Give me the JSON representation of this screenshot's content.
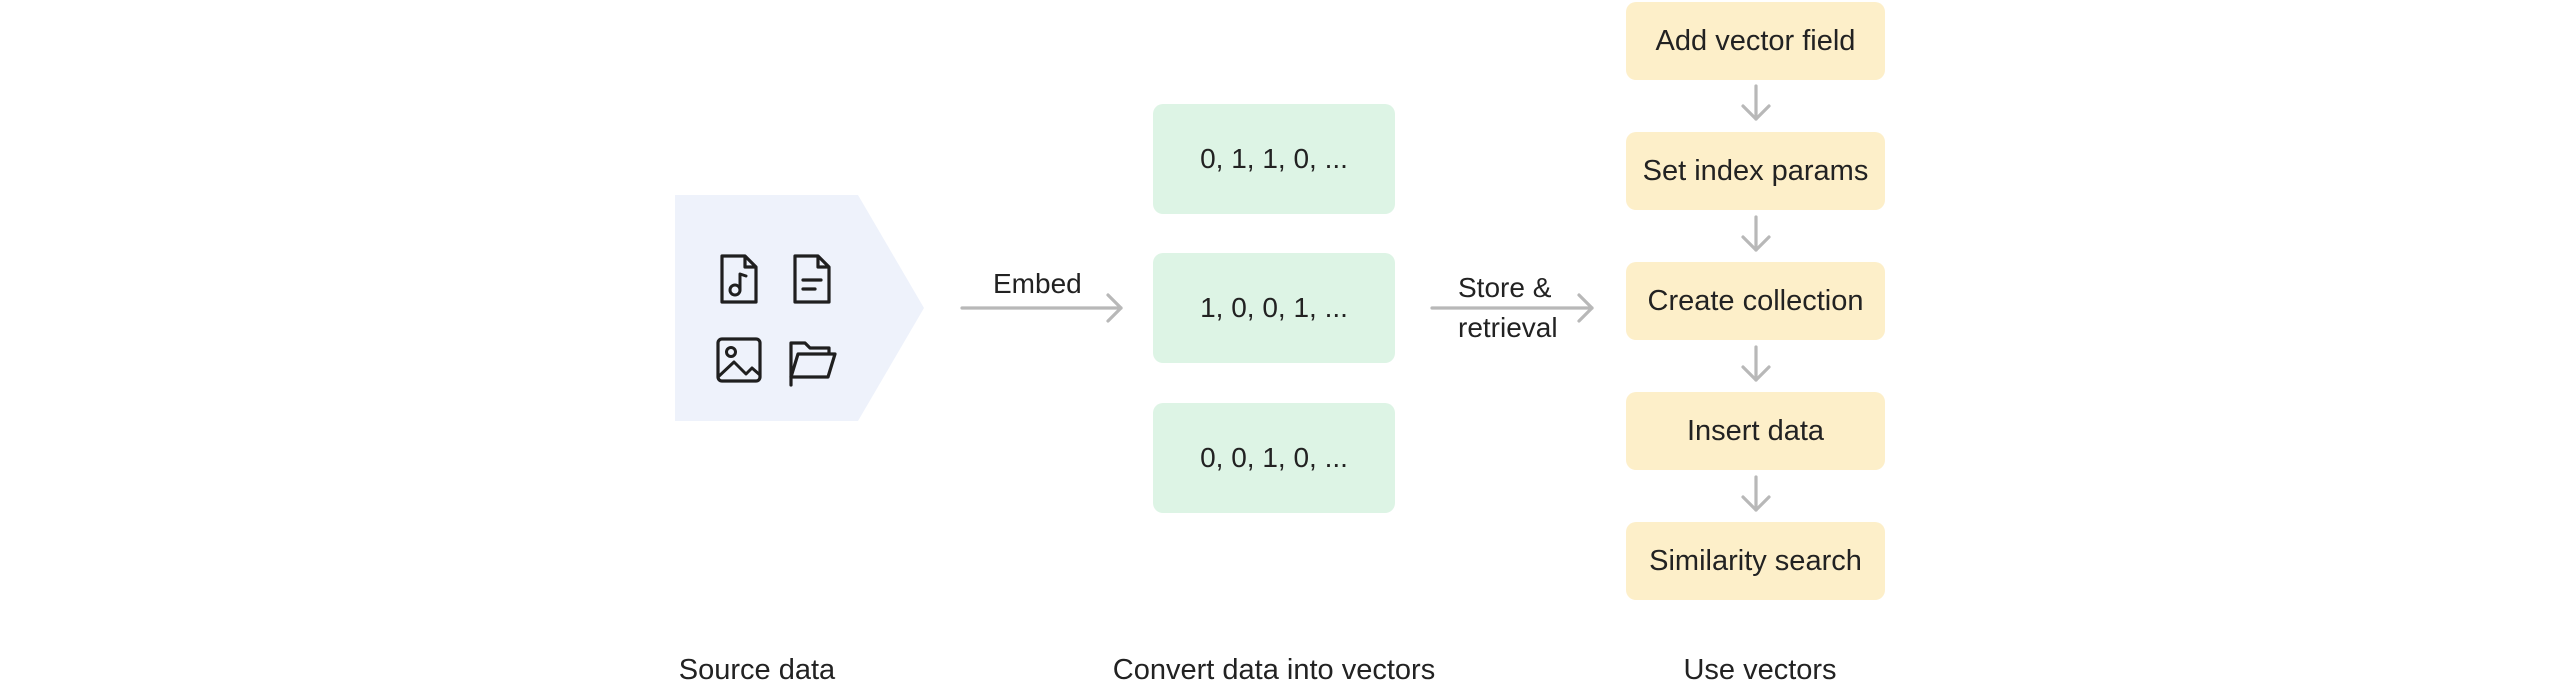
{
  "edges": {
    "embed": "Embed",
    "store_line1": "Store &",
    "store_line2": "retrieval"
  },
  "vectors": [
    "0, 1, 1, 0, ...",
    "1, 0, 0, 1, ...",
    "0, 0, 1, 0, ..."
  ],
  "steps": [
    "Add vector field",
    "Set index params",
    "Create collection",
    "Insert data",
    "Similarity search"
  ],
  "captions": {
    "source": "Source data",
    "convert": "Convert data into vectors",
    "use": "Use vectors"
  },
  "icons": [
    "audio-file-icon",
    "text-file-icon",
    "image-file-icon",
    "folder-icon"
  ],
  "colors": {
    "source_bg": "#eef2fb",
    "vector_bg": "#ddf4e5",
    "step_bg": "#fdefc9",
    "arrow": "#b8b8b8"
  }
}
